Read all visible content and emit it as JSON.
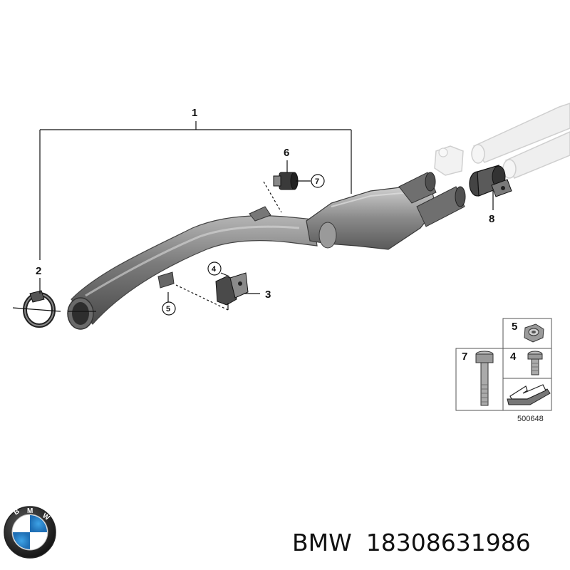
{
  "diagram": {
    "callouts": {
      "c1": "1",
      "c2": "2",
      "c3": "3",
      "c4": "4",
      "c5": "5",
      "c6": "6",
      "c7": "7",
      "c8": "8"
    },
    "legend": {
      "item_5": "5",
      "item_7": "7",
      "item_4": "4"
    },
    "reference_number": "500648"
  },
  "caption": {
    "brand": "BMW",
    "part_number": "18308631986"
  },
  "colors": {
    "pipe_dark": "#5f5f5f",
    "pipe_mid": "#8d8d8d",
    "pipe_light": "#c4c4c4",
    "ghost_pipe": "#ececec",
    "line": "#111111"
  },
  "icons": [
    "bmw-logo-icon",
    "parts-arrow-icon"
  ]
}
